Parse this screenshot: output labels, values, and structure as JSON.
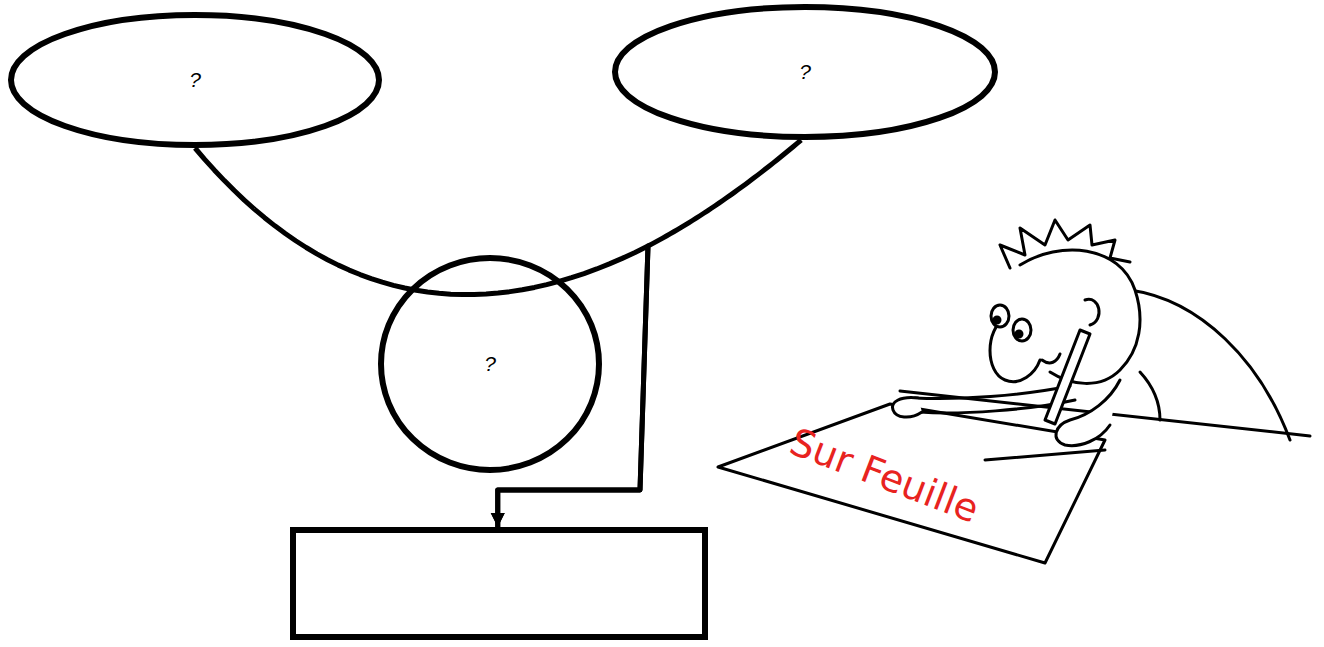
{
  "diagram": {
    "nodes": [
      {
        "text": [
          "?"
        ]
      },
      {
        "text": [
          "?"
        ]
      },
      {
        "text": [
          "?"
        ]
      },
      {
        "text": []
      }
    ],
    "edges": [
      {
        "from": 0,
        "to": 3,
        "arrow": "to"
      },
      {
        "from": 1,
        "to": 3,
        "arrow": "to"
      }
    ],
    "labels": [
      "Sur Feuille"
    ]
  }
}
